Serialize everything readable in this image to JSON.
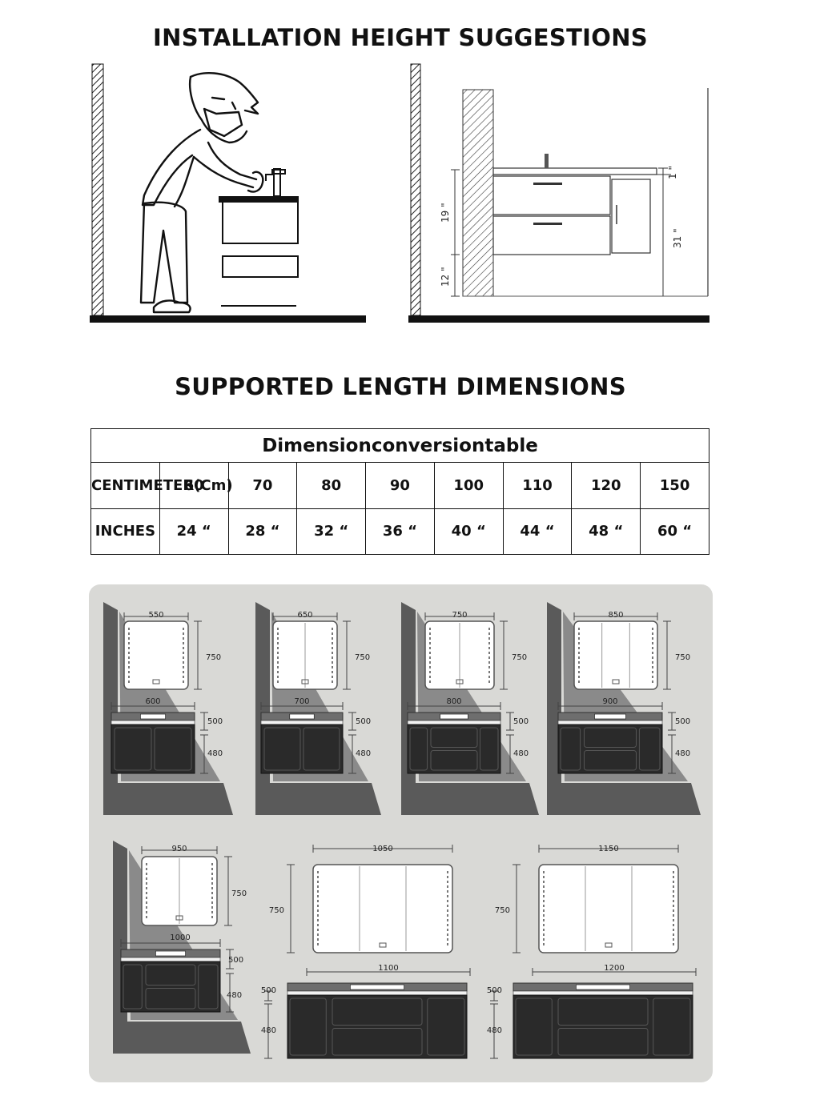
{
  "headings": {
    "installation": "INSTALLATION HEIGHT SUGGESTIONS",
    "supported": "SUPPORTED LENGTH DIMENSIONS"
  },
  "side_view": {
    "dims": [
      "1 \"",
      "19 \"",
      "31 \"",
      "12 \""
    ]
  },
  "table": {
    "caption": "Dimensionconversiontable",
    "row_labels": [
      "CENTIMETER(Cm)",
      "INCHES"
    ],
    "centimeters": [
      "60",
      "70",
      "80",
      "90",
      "100",
      "110",
      "120",
      "150"
    ],
    "inches": [
      "24 “",
      "28 “",
      "32 “",
      "36 “",
      "40 “",
      "44 “",
      "48 “",
      "60 “"
    ]
  },
  "models": [
    {
      "mirror_w": "550",
      "mirror_h": "750",
      "cabinet_w": "600",
      "depth": "500",
      "height": "480"
    },
    {
      "mirror_w": "650",
      "mirror_h": "750",
      "cabinet_w": "700",
      "depth": "500",
      "height": "480"
    },
    {
      "mirror_w": "750",
      "mirror_h": "750",
      "cabinet_w": "800",
      "depth": "500",
      "height": "480"
    },
    {
      "mirror_w": "850",
      "mirror_h": "750",
      "cabinet_w": "900",
      "depth": "500",
      "height": "480"
    },
    {
      "mirror_w": "950",
      "mirror_h": "750",
      "cabinet_w": "1000",
      "depth": "500",
      "height": "480"
    },
    {
      "mirror_w": "1050",
      "mirror_h": "750",
      "cabinet_w": "1100",
      "depth": "500",
      "height": "480"
    },
    {
      "mirror_w": "1150",
      "mirror_h": "750",
      "cabinet_w": "1200",
      "depth": "500",
      "height": "480"
    }
  ],
  "colors": {
    "cabinet": "#2a2a2a",
    "wall": "#5a5a5a",
    "panel_bg": "#d9d9d6"
  }
}
